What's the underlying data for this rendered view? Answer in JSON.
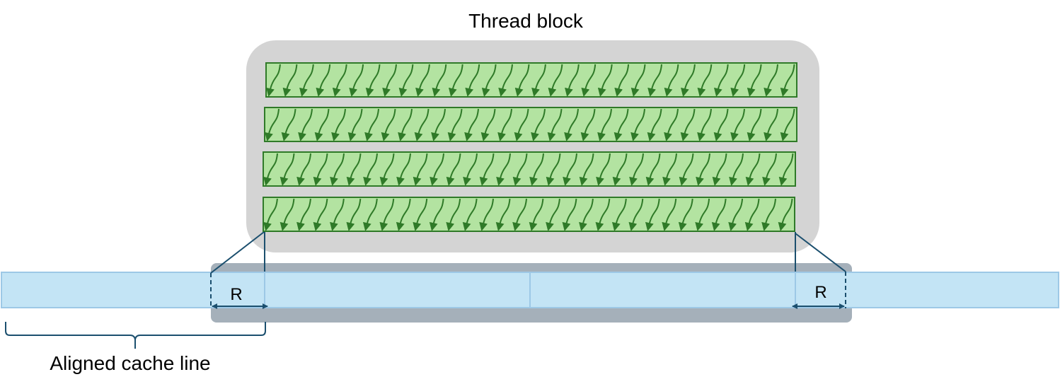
{
  "labels": {
    "title": "Thread block",
    "halo_left": "R",
    "halo_right": "R",
    "cache_line": "Aligned cache line"
  },
  "colors": {
    "block_fill": "#d4d4d4",
    "warp_fill": "#b3e3a1",
    "warp_stroke": "#2f7a28",
    "memory_fill": "#c3e4f5",
    "memory_stroke": "#9dc8e6",
    "shadow_fill": "#a5b0ba",
    "line_color": "#1b4f6e"
  },
  "structure": {
    "warps": 4,
    "threads_per_warp": 32,
    "icon": "curved-arrow-icon"
  }
}
